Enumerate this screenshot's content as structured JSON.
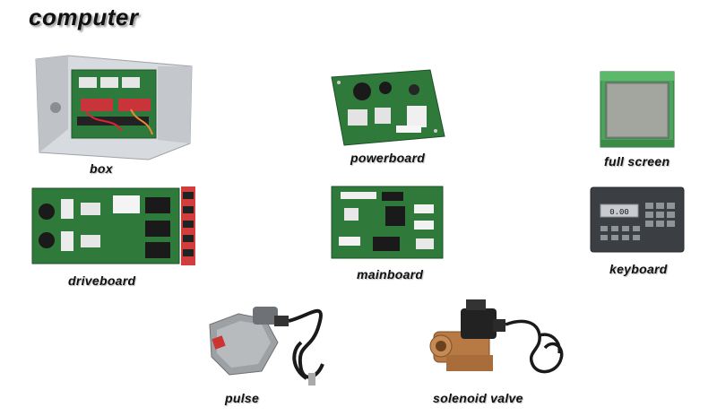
{
  "title": "computer",
  "parts": {
    "box": "box",
    "powerboard": "powerboard",
    "full_screen": "full screen",
    "driveboard": "driveboard",
    "mainboard": "mainboard",
    "keyboard": "keyboard",
    "pulse": "pulse",
    "solenoid_valve": "solenoid valve"
  },
  "keypad_display": "0.00",
  "colors": {
    "pcb_green": "#2f7a3a",
    "metal_gray": "#c9ccd0",
    "brass": "#b87a45",
    "cable_black": "#1a1a1a"
  }
}
